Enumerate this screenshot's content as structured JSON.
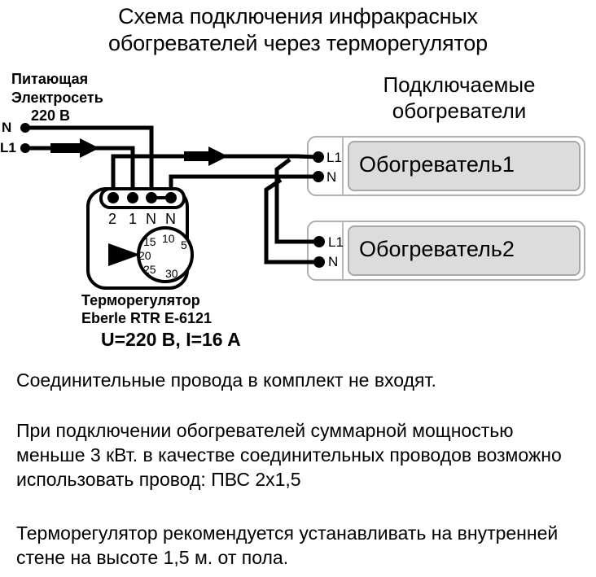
{
  "title": {
    "line1": "Схема подключения инфракрасных",
    "line2": "обогревателей через терморегулятор"
  },
  "supply": {
    "label_line1": "Питающая",
    "label_line2": "Электросеть",
    "voltage": "220 В",
    "terminal_n": "N",
    "terminal_l1": "L1"
  },
  "heaters_section": {
    "heading_line1": "Подключаемые",
    "heading_line2": "обогреватели",
    "heater1": {
      "caption": "Обогреватель1",
      "terminal_l1": "L1",
      "terminal_n": "N"
    },
    "heater2": {
      "caption": "Обогреватель2",
      "terminal_l1": "L1",
      "terminal_n": "N"
    }
  },
  "thermostat": {
    "name_line1": "Терморегулятор",
    "name_line2": "Eberle RTR E-6121",
    "rating": "U=220 B, I=16 A",
    "terminals": [
      "2",
      "1",
      "N",
      "N"
    ],
    "dial_numbers": [
      "15",
      "10",
      "5",
      "20",
      "25",
      "30"
    ]
  },
  "notes": {
    "note1": "Соединительные провода в комплект не входят.",
    "note2": "При подключении обогревателей суммарной мощностью меньше 3 кВт. в качестве соединительных проводов возможно использовать провод: ПВС 2х1,5",
    "note3": "Терморегулятор рекомендуется устанавливать на внутренней стене на высоте 1,5 м. от пола."
  },
  "colors": {
    "wire": "#000000",
    "panel_fill": "#dcdcdc",
    "panel_border": "#b0b0b0",
    "background": "#ffffff"
  }
}
